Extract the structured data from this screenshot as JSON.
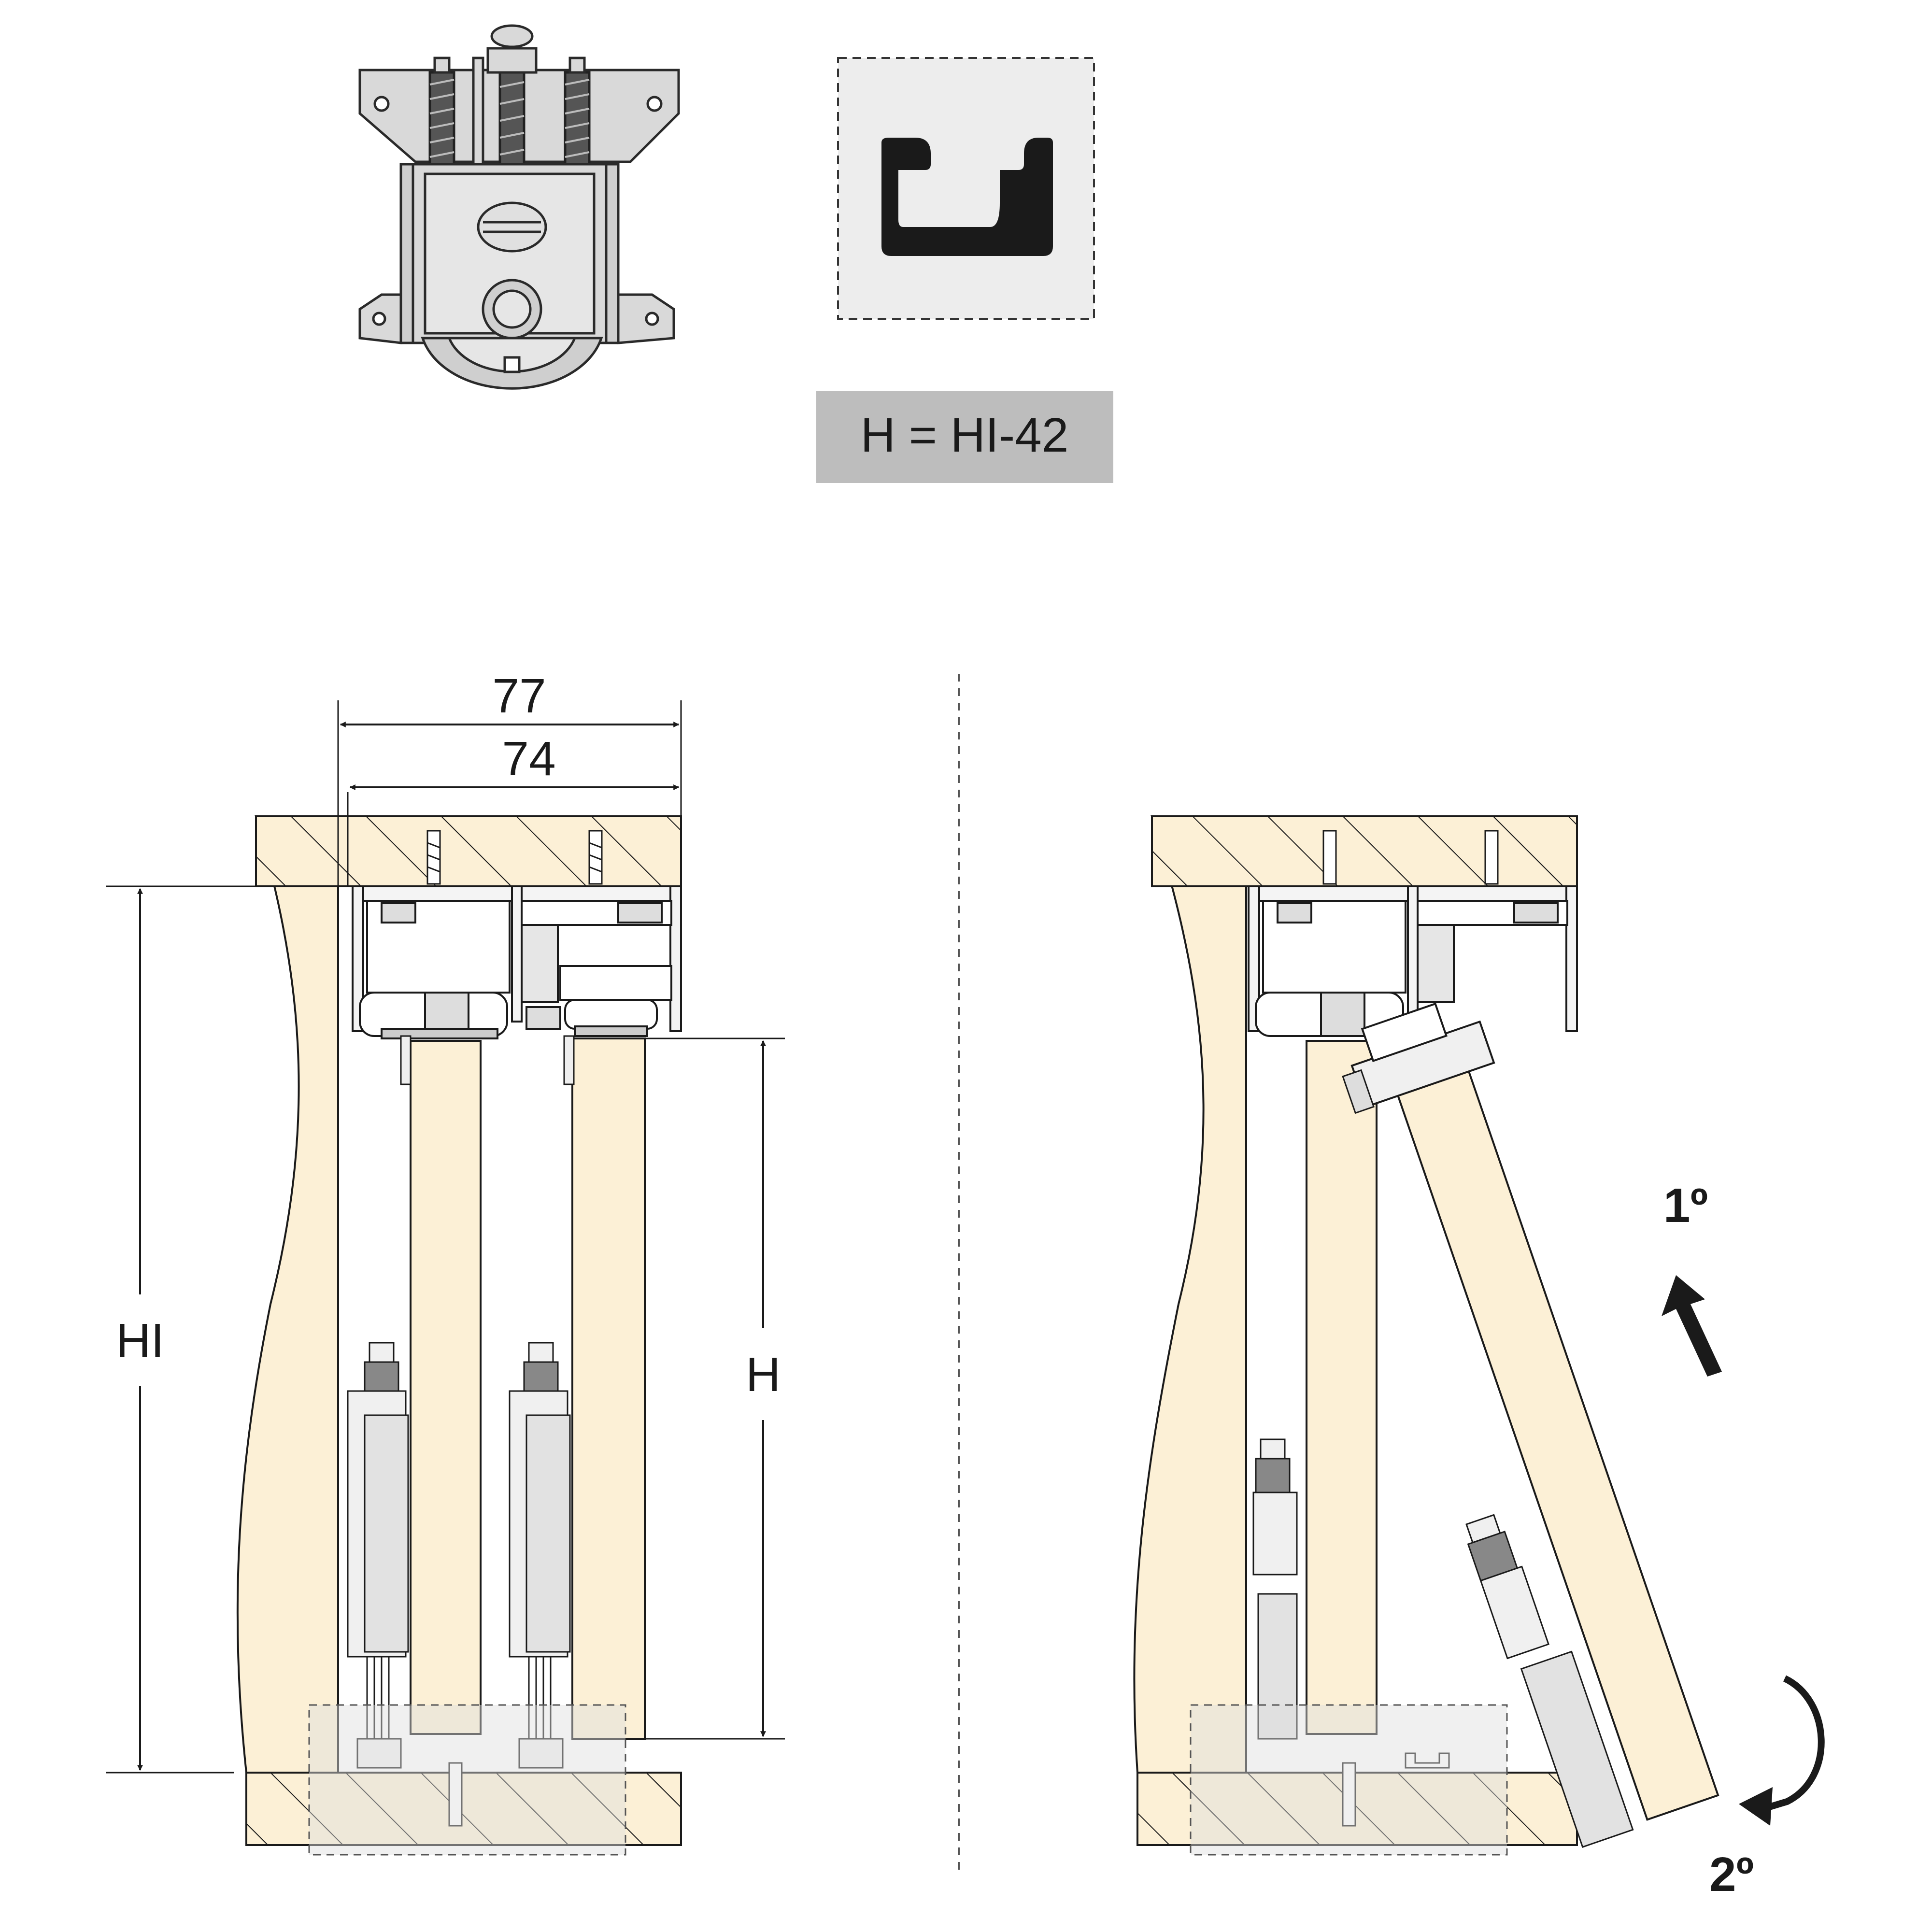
{
  "formula": "H = HI-42",
  "dimensions": {
    "width_outer": "77",
    "width_inner": "74",
    "inner_height": "HI",
    "door_height": "H"
  },
  "steps": {
    "step1": "1º",
    "step2": "2º"
  },
  "colors": {
    "wood": "#fcf0d6",
    "hatch": "#1a1a1a",
    "metal": "#d9d9d9",
    "label_box": "#bdbdbd",
    "profile_box": "#ededed",
    "profile": "#1a1a1a"
  }
}
